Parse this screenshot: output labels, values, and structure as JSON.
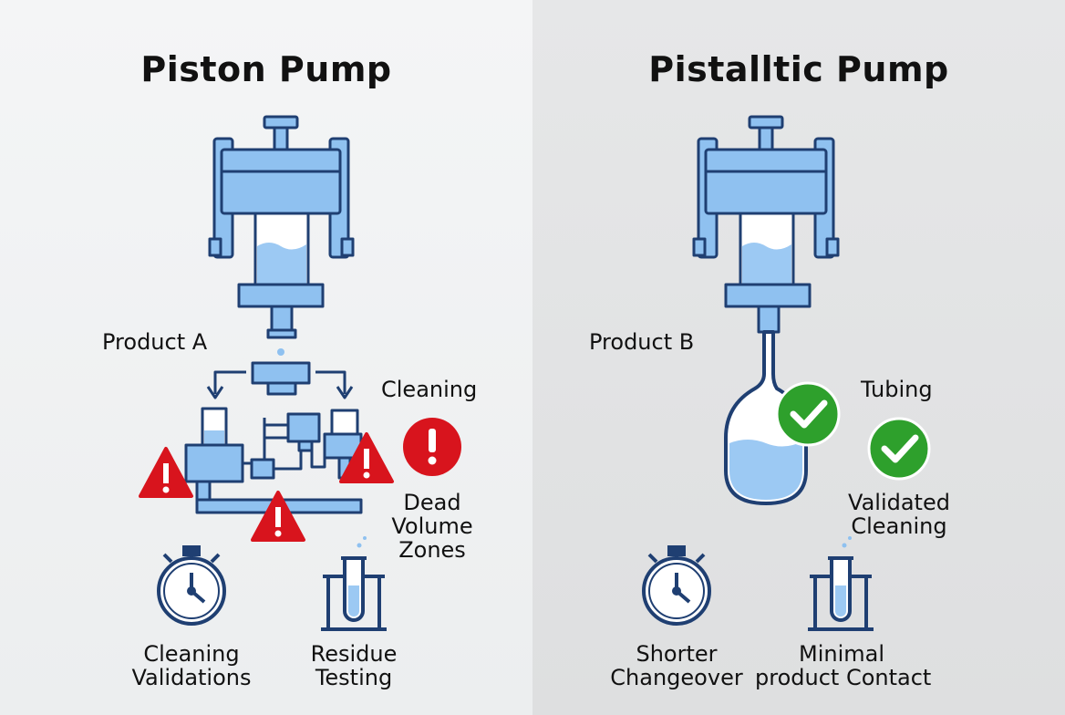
{
  "left_panel": {
    "title": "Piston Pump",
    "product_label": "Product A",
    "cleaning_label": "Cleaning",
    "dead_volume_label": [
      "Dead",
      "Volume",
      "Zones"
    ],
    "bottom_items": [
      {
        "icon": "stopwatch-icon",
        "lines": [
          "Cleaning",
          "Validations"
        ]
      },
      {
        "icon": "test-tube-icon",
        "lines": [
          "Residue",
          "Testing"
        ]
      }
    ]
  },
  "right_panel": {
    "title": "Pistalltic Pump",
    "product_label": "Product B",
    "tubing_label": "Tubing",
    "validated_label": [
      "Validated",
      "Cleaning"
    ],
    "bottom_items": [
      {
        "icon": "stopwatch-icon",
        "lines": [
          "Shorter",
          "Changeover"
        ]
      },
      {
        "icon": "test-tube-icon",
        "lines": [
          "Minimal",
          "product Contact"
        ]
      }
    ]
  },
  "colors": {
    "pump_fill": "#8fc1f0",
    "pump_stroke": "#1f3f72",
    "liquid": "#9cc9f3",
    "warning_red": "#d8141d",
    "check_green": "#2ea02c",
    "left_bg": "#f1f2f3",
    "right_bg": "#e3e4e5"
  }
}
